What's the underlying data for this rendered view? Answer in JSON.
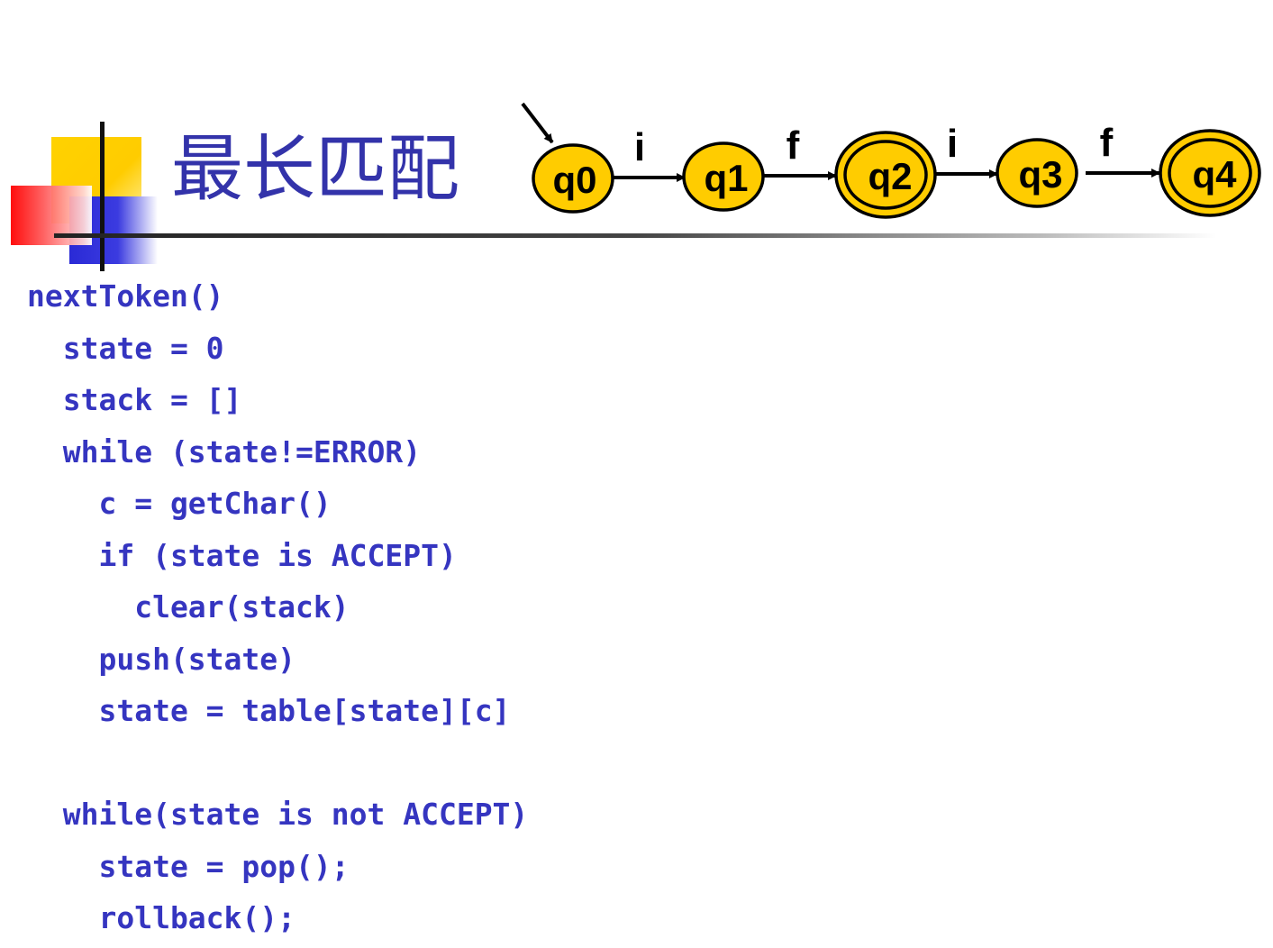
{
  "slide": {
    "title": "最长匹配"
  },
  "automaton": {
    "states": [
      {
        "label": "q0",
        "accepting": false,
        "start": true
      },
      {
        "label": "q1",
        "accepting": false,
        "start": false
      },
      {
        "label": "q2",
        "accepting": true,
        "start": false
      },
      {
        "label": "q3",
        "accepting": false,
        "start": false
      },
      {
        "label": "q4",
        "accepting": true,
        "start": false
      }
    ],
    "transitions": [
      {
        "from": "q0",
        "to": "q1",
        "symbol": "i"
      },
      {
        "from": "q1",
        "to": "q2",
        "symbol": "f"
      },
      {
        "from": "q2",
        "to": "q3",
        "symbol": "i"
      },
      {
        "from": "q3",
        "to": "q4",
        "symbol": "f"
      }
    ],
    "colors": {
      "fill": "#ffcc00",
      "stroke": "#000000"
    }
  },
  "code": {
    "lines": [
      "nextToken()",
      "  state = 0",
      "  stack = []",
      "  while (state!=ERROR)",
      "    c = getChar()",
      "    if (state is ACCEPT)",
      "      clear(stack)",
      "    push(state)",
      "    state = table[state][c]",
      "",
      "  while(state is not ACCEPT)",
      "    state = pop();",
      "    rollback();"
    ],
    "color": "#3535c0"
  }
}
